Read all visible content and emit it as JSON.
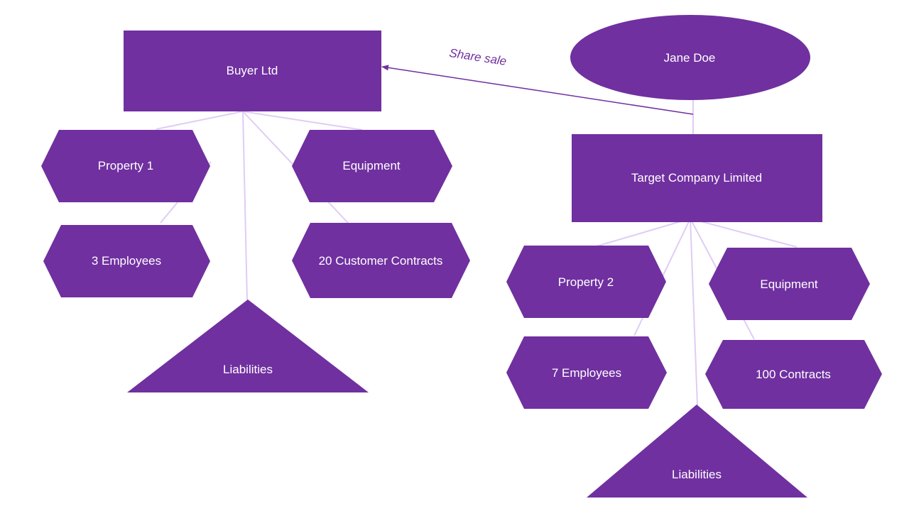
{
  "colors": {
    "shape_fill": "#7030a0",
    "connector": "#e0ccf5",
    "arrow": "#7030a0",
    "text": "#ffffff"
  },
  "buyer": {
    "title": "Buyer Ltd",
    "property": "Property 1",
    "equipment": "Equipment",
    "employees": "3 Employees",
    "contracts": "20 Customer Contracts",
    "liabilities": "Liabilities"
  },
  "seller": {
    "owner": "Jane Doe",
    "arrow_label": "Share sale"
  },
  "target": {
    "title": "Target Company Limited",
    "property": "Property 2",
    "equipment": "Equipment",
    "employees": "7 Employees",
    "contracts": "100 Contracts",
    "liabilities": "Liabilities"
  }
}
